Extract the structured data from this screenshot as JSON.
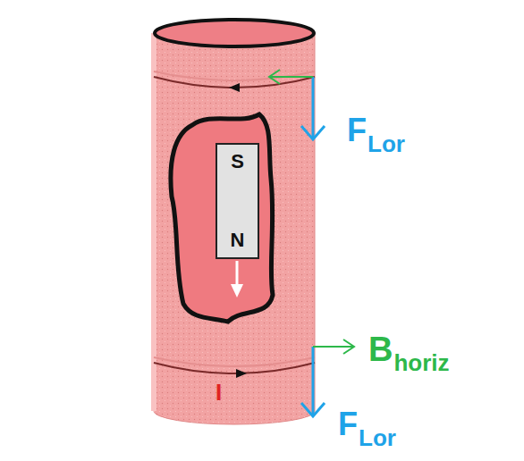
{
  "diagram": {
    "nodes": [
      {
        "text": [
          "S",
          "N"
        ]
      }
    ],
    "labels": [
      "F",
      "Lor",
      "B",
      "horiz",
      "F",
      "Lor",
      "I"
    ]
  }
}
